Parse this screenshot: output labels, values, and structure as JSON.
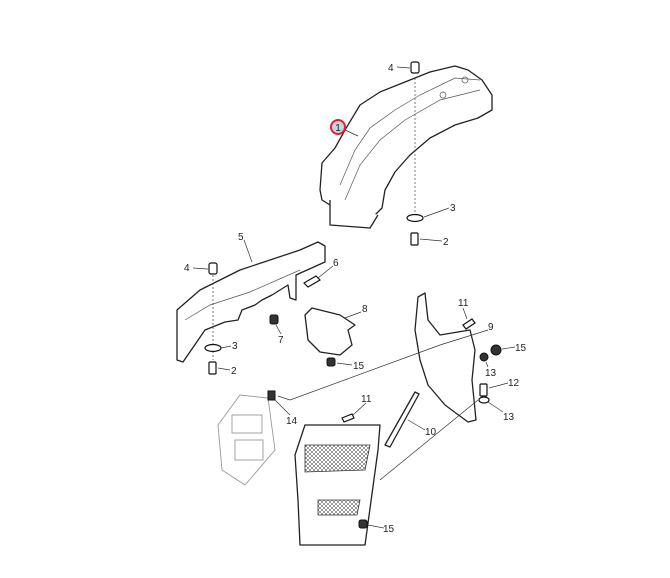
{
  "diagram": {
    "highlight_color": "#d9262c",
    "highlighted_callout": "1",
    "callouts": [
      "1",
      "4",
      "3",
      "2",
      "5",
      "4",
      "6",
      "8",
      "3",
      "7",
      "2",
      "15",
      "11",
      "9",
      "15",
      "13",
      "12",
      "13",
      "14",
      "11",
      "10",
      "15"
    ]
  }
}
